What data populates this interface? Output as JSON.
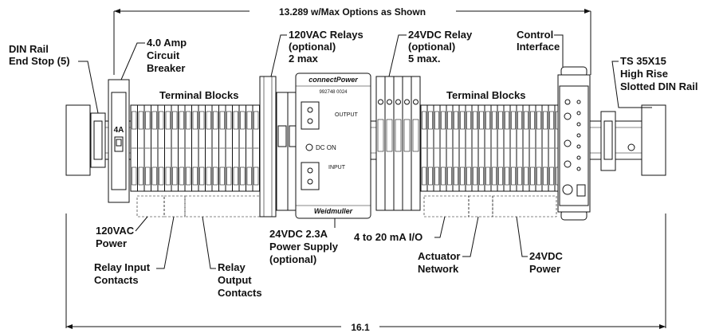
{
  "dimensions": {
    "top": "13.289 w/Max Options as Shown",
    "bottom": "16.1"
  },
  "callouts": {
    "din_rail_end_stop": [
      "DIN Rail",
      "End Stop (5)"
    ],
    "circuit_breaker": [
      "4.0 Amp",
      "Circuit",
      "Breaker"
    ],
    "relays_120vac": [
      "120VAC Relays",
      "(optional)",
      "2 max"
    ],
    "relay_24vdc": [
      "24VDC Relay",
      "(optional)",
      "5 max."
    ],
    "control_interface": [
      "Control",
      "Interface"
    ],
    "din_rail": [
      "TS 35X15",
      "High Rise",
      "Slotted DIN Rail"
    ],
    "terminal_blocks_left": "Terminal Blocks",
    "terminal_blocks_right": "Terminal Blocks",
    "power_120vac": [
      "120VAC",
      "Power"
    ],
    "relay_input": [
      "Relay Input",
      "Contacts"
    ],
    "relay_output": [
      "Relay",
      "Output",
      "Contacts"
    ],
    "power_supply": [
      "24VDC 2.3A",
      "Power Supply",
      "(optional)"
    ],
    "io_4_20": "4 to 20 mA I/O",
    "actuator_network": [
      "Actuator",
      "Network"
    ],
    "power_24vdc": [
      "24VDC",
      "Power"
    ]
  },
  "breaker": {
    "rating": "4A"
  },
  "power_supply_face": {
    "brand_top": "connectPower",
    "part_number": "992748 0024",
    "output_label": "OUTPUT",
    "dc_on": "DC ON",
    "input_label": "INPUT",
    "brand_bottom": "Weidmuller"
  }
}
